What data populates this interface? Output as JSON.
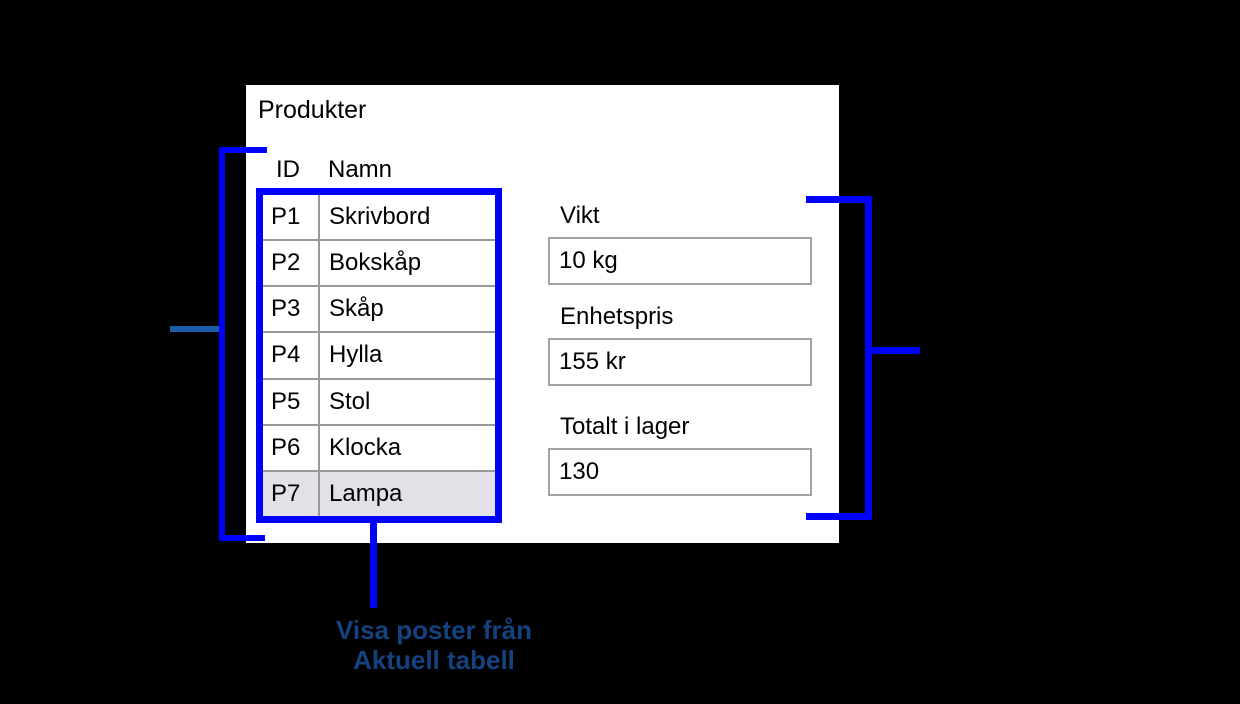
{
  "colors": {
    "background": "#000000",
    "panel": "#ffffff",
    "accent_blue": "#0000ff",
    "left_dash_blue": "#1b5bab",
    "annotation_text_blue": "#14427e",
    "field_border_gray": "#a3a3a3",
    "table_divider_gray": "#999999",
    "selected_row_bg": "#e3e0e8"
  },
  "panel": {
    "title": "Produkter",
    "table": {
      "columns": [
        "ID",
        "Namn"
      ],
      "rows": [
        {
          "id": "P1",
          "name": "Skrivbord"
        },
        {
          "id": "P2",
          "name": "Bokskåp"
        },
        {
          "id": "P3",
          "name": "Skåp"
        },
        {
          "id": "P4",
          "name": "Hylla"
        },
        {
          "id": "P5",
          "name": "Stol"
        },
        {
          "id": "P6",
          "name": "Klocka"
        },
        {
          "id": "P7",
          "name": "Lampa"
        }
      ],
      "selected_row_id": "P7"
    },
    "fields": [
      {
        "label": "Vikt",
        "value": "10 kg"
      },
      {
        "label": "Enhetspris",
        "value": "155 kr"
      },
      {
        "label": "Totalt i lager",
        "value": "130"
      }
    ]
  },
  "annotation": {
    "line1": "Visa poster från",
    "line2": "Aktuell tabell"
  }
}
